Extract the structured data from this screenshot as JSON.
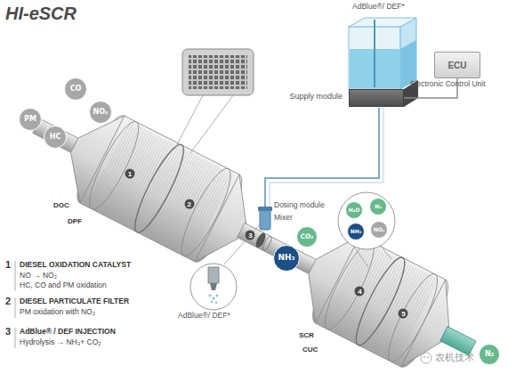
{
  "diagram": {
    "title": "HI-eSCR",
    "nodes": [
      {
        "text": [
          "CO"
        ]
      },
      {
        "text": [
          "NOₓ"
        ]
      },
      {
        "text": [
          "PM"
        ]
      },
      {
        "text": [
          "HC"
        ]
      },
      {
        "text": [
          "Supply module"
        ]
      },
      {
        "text": [
          "ECU",
          "Electronic Control Unit"
        ]
      },
      {
        "text": [
          "NH₃"
        ]
      },
      {
        "text": [
          "CO₂"
        ]
      },
      {
        "text": [
          "H₂O"
        ]
      },
      {
        "text": [
          "N₂"
        ]
      },
      {
        "text": [
          "NH₃"
        ]
      },
      {
        "text": [
          "NOₓ"
        ]
      },
      {
        "text": [
          "N₂"
        ]
      }
    ],
    "edges": [
      {
        "from": 4,
        "to": 5,
        "arrow": "none"
      }
    ],
    "labels": [
      "DOC",
      "DPF",
      "SCR",
      "CUC",
      "AdBlue®/ DEF*",
      "Dosing module",
      "Mixer",
      "AdBlue®/ DEF*",
      "1",
      "DIESEL OXIDATION CATALYST",
      "NO → NO₂",
      "HC, CO and PM oxidation",
      "2",
      "DIESEL PARTICULATE FILTER",
      "PM oxidation with NO₂",
      "3",
      "AdBlue® / DEF INJECTION",
      "Hydrolysis → NH₃+ CO₂",
      "1",
      "2",
      "3",
      "4",
      "5",
      "农机技术"
    ]
  }
}
